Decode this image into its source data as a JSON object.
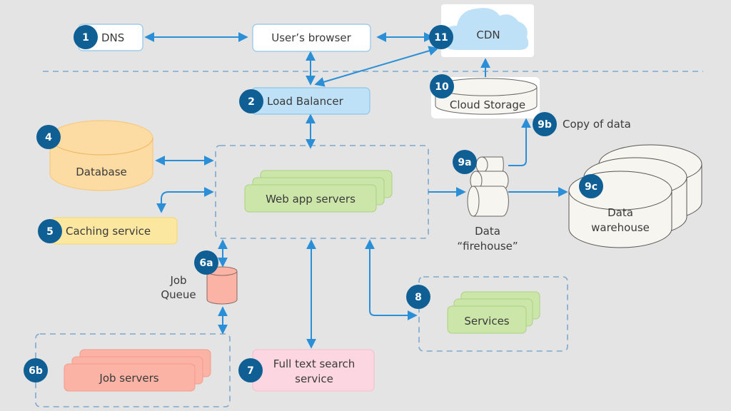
{
  "nodes": {
    "dns": {
      "badge": "1",
      "label": "DNS"
    },
    "browser": {
      "label": "User’s browser"
    },
    "load_balancer": {
      "badge": "2",
      "label": "Load Balancer"
    },
    "database": {
      "badge": "4",
      "label": "Database"
    },
    "caching": {
      "badge": "5",
      "label": "Caching service"
    },
    "web_app": {
      "label": "Web app servers"
    },
    "job_queue": {
      "badge": "6a",
      "label_line1": "Job",
      "label_line2": "Queue"
    },
    "job_servers": {
      "badge": "6b",
      "label": "Job servers"
    },
    "search": {
      "badge": "7",
      "label_line1": "Full text search",
      "label_line2": "service"
    },
    "services": {
      "badge": "8",
      "label": "Services"
    },
    "firehose": {
      "badge": "9a",
      "label_line1": "Data",
      "label_line2": "“firehouse”"
    },
    "copy": {
      "badge": "9b",
      "label": "Copy of data"
    },
    "warehouse": {
      "badge": "9c",
      "label_line1": "Data",
      "label_line2": "warehouse"
    },
    "cloud_storage": {
      "badge": "10",
      "label": "Cloud Storage"
    },
    "cdn": {
      "badge": "11",
      "label": "CDN"
    }
  },
  "colors": {
    "background": "#e4e4e4",
    "badge": "#0f5f95",
    "arrow": "#2a8fd6",
    "dashed": "#7ea9cc",
    "load_balancer_fill": "#bfe1f7",
    "database_fill": "#fddca4",
    "caching_fill": "#fbe7a0",
    "server_green": "#cce5a8",
    "job_red": "#fbb3a6",
    "search_pink": "#fcd6e0",
    "storage_fill": "#f7f5ef",
    "cdn_cloud": "#bfe1f7"
  }
}
